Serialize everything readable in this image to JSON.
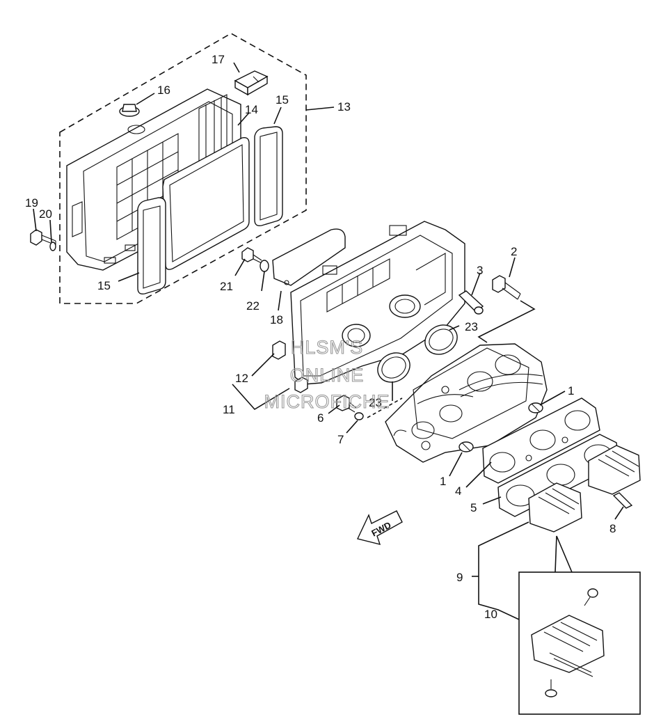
{
  "callouts": [
    {
      "id": "c1a",
      "text": "1"
    },
    {
      "id": "c1b",
      "text": "1"
    },
    {
      "id": "c2",
      "text": "2"
    },
    {
      "id": "c3",
      "text": "3"
    },
    {
      "id": "c4",
      "text": "4"
    },
    {
      "id": "c5",
      "text": "5"
    },
    {
      "id": "c6",
      "text": "6"
    },
    {
      "id": "c7",
      "text": "7"
    },
    {
      "id": "c8",
      "text": "8"
    },
    {
      "id": "c9",
      "text": "9"
    },
    {
      "id": "c10",
      "text": "10"
    },
    {
      "id": "c11",
      "text": "11"
    },
    {
      "id": "c12",
      "text": "12"
    },
    {
      "id": "c13",
      "text": "13"
    },
    {
      "id": "c14",
      "text": "14"
    },
    {
      "id": "c15a",
      "text": "15"
    },
    {
      "id": "c15b",
      "text": "15"
    },
    {
      "id": "c16",
      "text": "16"
    },
    {
      "id": "c17",
      "text": "17"
    },
    {
      "id": "c18",
      "text": "18"
    },
    {
      "id": "c19",
      "text": "19"
    },
    {
      "id": "c20",
      "text": "20"
    },
    {
      "id": "c21",
      "text": "21"
    },
    {
      "id": "c22",
      "text": "22"
    },
    {
      "id": "c23a",
      "text": "23"
    },
    {
      "id": "c23b",
      "text": "23"
    }
  ],
  "watermark": {
    "line1": "HLSM'S",
    "line2": "ONLINE",
    "line3": "MICROFICHE"
  },
  "direction_marker": "FWD"
}
